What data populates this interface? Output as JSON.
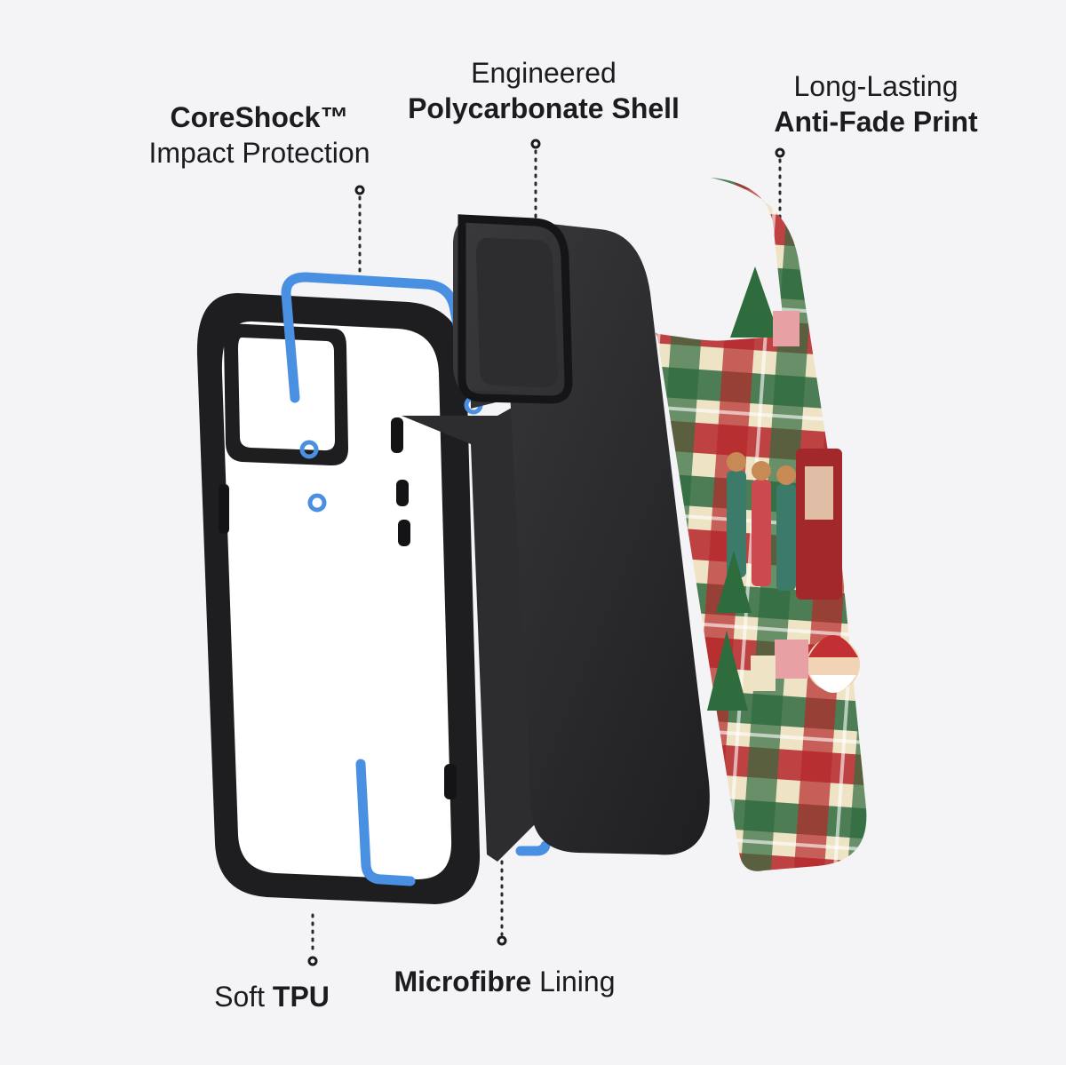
{
  "labels": {
    "coreshock": {
      "bold": "CoreShock™",
      "regular": "Impact Protection"
    },
    "shell": {
      "regular": "Engineered",
      "bold": "Polycarbonate Shell"
    },
    "print": {
      "regular": "Long-Lasting",
      "bold": "Anti-Fade Print"
    },
    "tpu": {
      "regular": "Soft",
      "bold": "TPU"
    },
    "lining": {
      "bold": "Microfibre",
      "regular": "Lining"
    }
  },
  "colors": {
    "background": "#f4f4f6",
    "bumper": "#1e1e20",
    "shell": "#2b2b2d",
    "coreshock_blue": "#4a90e2",
    "plaid_red": "#b5262a",
    "plaid_green": "#2f6b3f",
    "plaid_cream": "#efe3c6"
  }
}
